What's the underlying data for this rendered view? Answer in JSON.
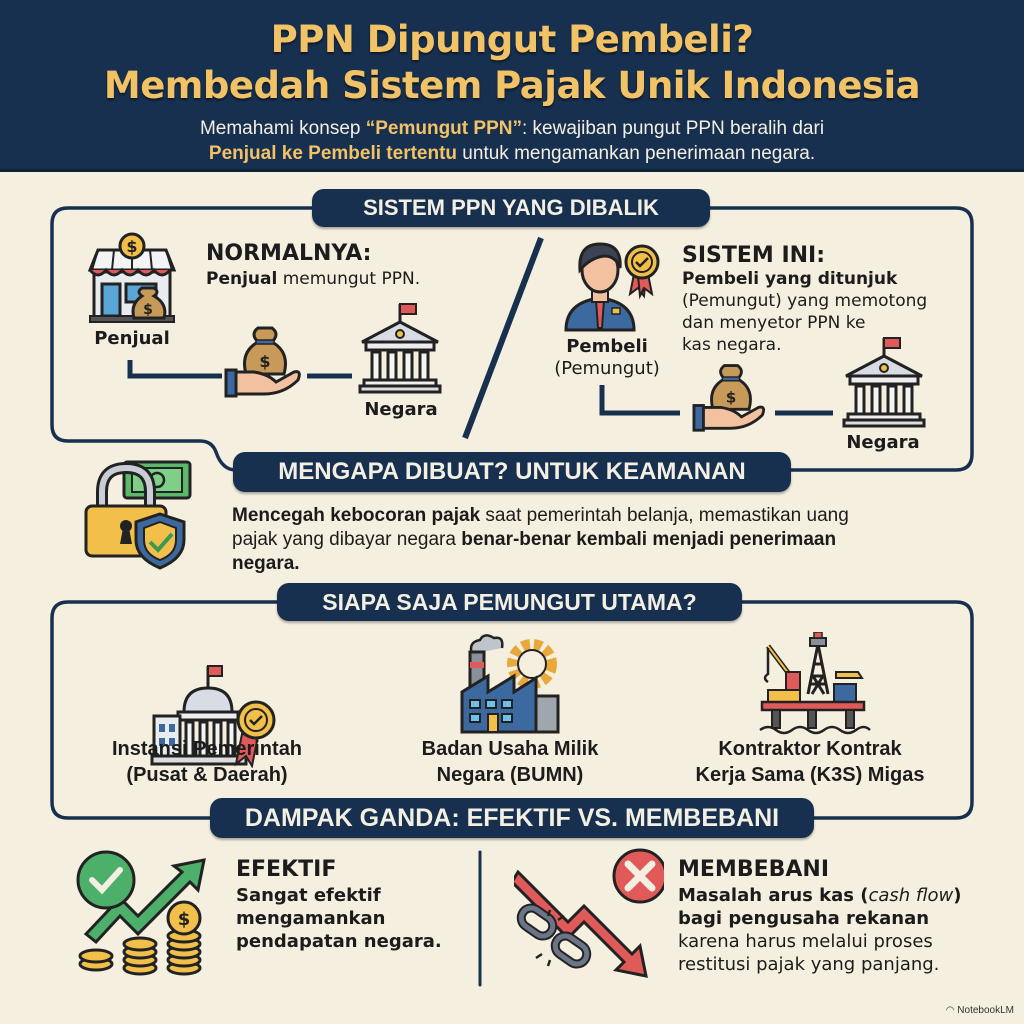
{
  "header": {
    "title_line1": "PPN Dipungut Pembeli?",
    "title_line2": "Membedah Sistem Pajak Unik Indonesia",
    "subtitle_line1_pre": "Memahami konsep ",
    "subtitle_line1_hl": "“Pemungut PPN”",
    "subtitle_line1_post": ": kewajiban pungut PPN beralih dari",
    "subtitle_line2_hl": "Penjual ke Pembeli tertentu",
    "subtitle_line2_post": " untuk mengamankan penerimaan negara."
  },
  "section_system": {
    "banner": "SISTEM PPN YANG DIBALIK",
    "normal": {
      "heading": "NORMALNYA:",
      "text_bold": "Penjual",
      "text_rest": " memungut PPN.",
      "seller_label": "Penjual",
      "state_label": "Negara"
    },
    "new": {
      "heading": "SISTEM INI:",
      "text_bold": "Pembeli yang ditunjuk",
      "text_line2": "(Pemungut) yang memotong",
      "text_line3": "dan menyetor PPN ke",
      "text_line4": "kas negara.",
      "buyer_label": "Pembeli",
      "buyer_sub": "(Pemungut)",
      "state_label": "Negara"
    }
  },
  "section_why": {
    "banner": "MENGAPA DIBUAT? UNTUK KEAMANAN",
    "text_bold1": "Mencegah kebocoran pajak",
    "text_rest1": " saat pemerintah belanja, memastikan uang",
    "text_rest2": "pajak yang dibayar negara ",
    "text_bold2": "benar-benar kembali menjadi penerimaan",
    "text_bold3": "negara."
  },
  "section_who": {
    "banner": "SIAPA SAJA PEMUNGUT UTAMA?",
    "items": [
      {
        "line1": "Instansi Pemerintah",
        "line2": "(Pusat & Daerah)",
        "icon": "government-building-icon"
      },
      {
        "line1": "Badan Usaha Milik",
        "line2": "Negara (BUMN)",
        "icon": "factory-gear-icon"
      },
      {
        "line1": "Kontraktor Kontrak",
        "line2": "Kerja Sama (K3S) Migas",
        "icon": "oil-rig-icon"
      }
    ]
  },
  "section_impact": {
    "banner": "DAMPAK GANDA: EFEKTIF VS. MEMBEBANI",
    "effective": {
      "heading": "EFEKTIF",
      "line1": "Sangat efektif",
      "line2": "mengamankan",
      "line3": "pendapatan negara."
    },
    "burden": {
      "heading": "MEMBEBANI",
      "line1_bold": "Masalah arus kas (",
      "line1_italic": "cash flow",
      "line1_end": ")",
      "line2_bold": "bagi pengusaha rekanan",
      "line3": "karena harus melalui proses",
      "line4": "restitusi pajak yang panjang."
    }
  },
  "footer": {
    "watermark": "NotebookLM"
  },
  "colors": {
    "navy": "#17304f",
    "gold": "#f2c266",
    "background": "#f5efdf",
    "green": "#4caf6a",
    "red": "#e05555"
  }
}
